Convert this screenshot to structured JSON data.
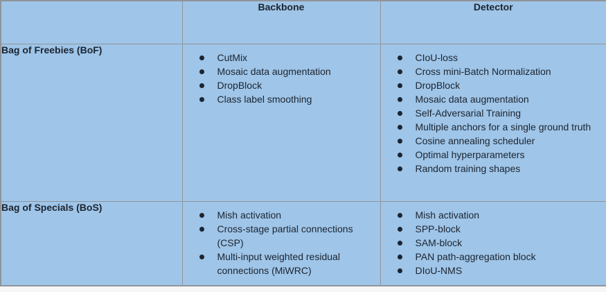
{
  "colors": {
    "cell_bg": "#9fc5e8",
    "border": "#8f9499",
    "text": "#1b2430",
    "page_bg": "#f6f6f6"
  },
  "table": {
    "header": {
      "corner": "",
      "backbone": "Backbone",
      "detector": "Detector"
    },
    "rows": [
      {
        "label": "Bag of Freebies (BoF)",
        "backbone": [
          "CutMix",
          "Mosaic data augmentation",
          "DropBlock",
          "Class label smoothing"
        ],
        "detector": [
          "CIoU-loss",
          "Cross mini-Batch Normalization",
          "DropBlock",
          "Mosaic data augmentation",
          "Self-Adversarial Training",
          "Multiple anchors for a single ground truth",
          "Cosine annealing scheduler",
          "Optimal hyperparameters",
          "Random training shapes"
        ]
      },
      {
        "label": "Bag of Specials (BoS)",
        "backbone": [
          "Mish activation",
          "Cross-stage partial connections (CSP)",
          "Multi-input weighted residual connections (MiWRC)"
        ],
        "detector": [
          "Mish activation",
          "SPP-block",
          "SAM-block",
          "PAN path-aggregation block",
          "DIoU-NMS"
        ]
      }
    ]
  }
}
